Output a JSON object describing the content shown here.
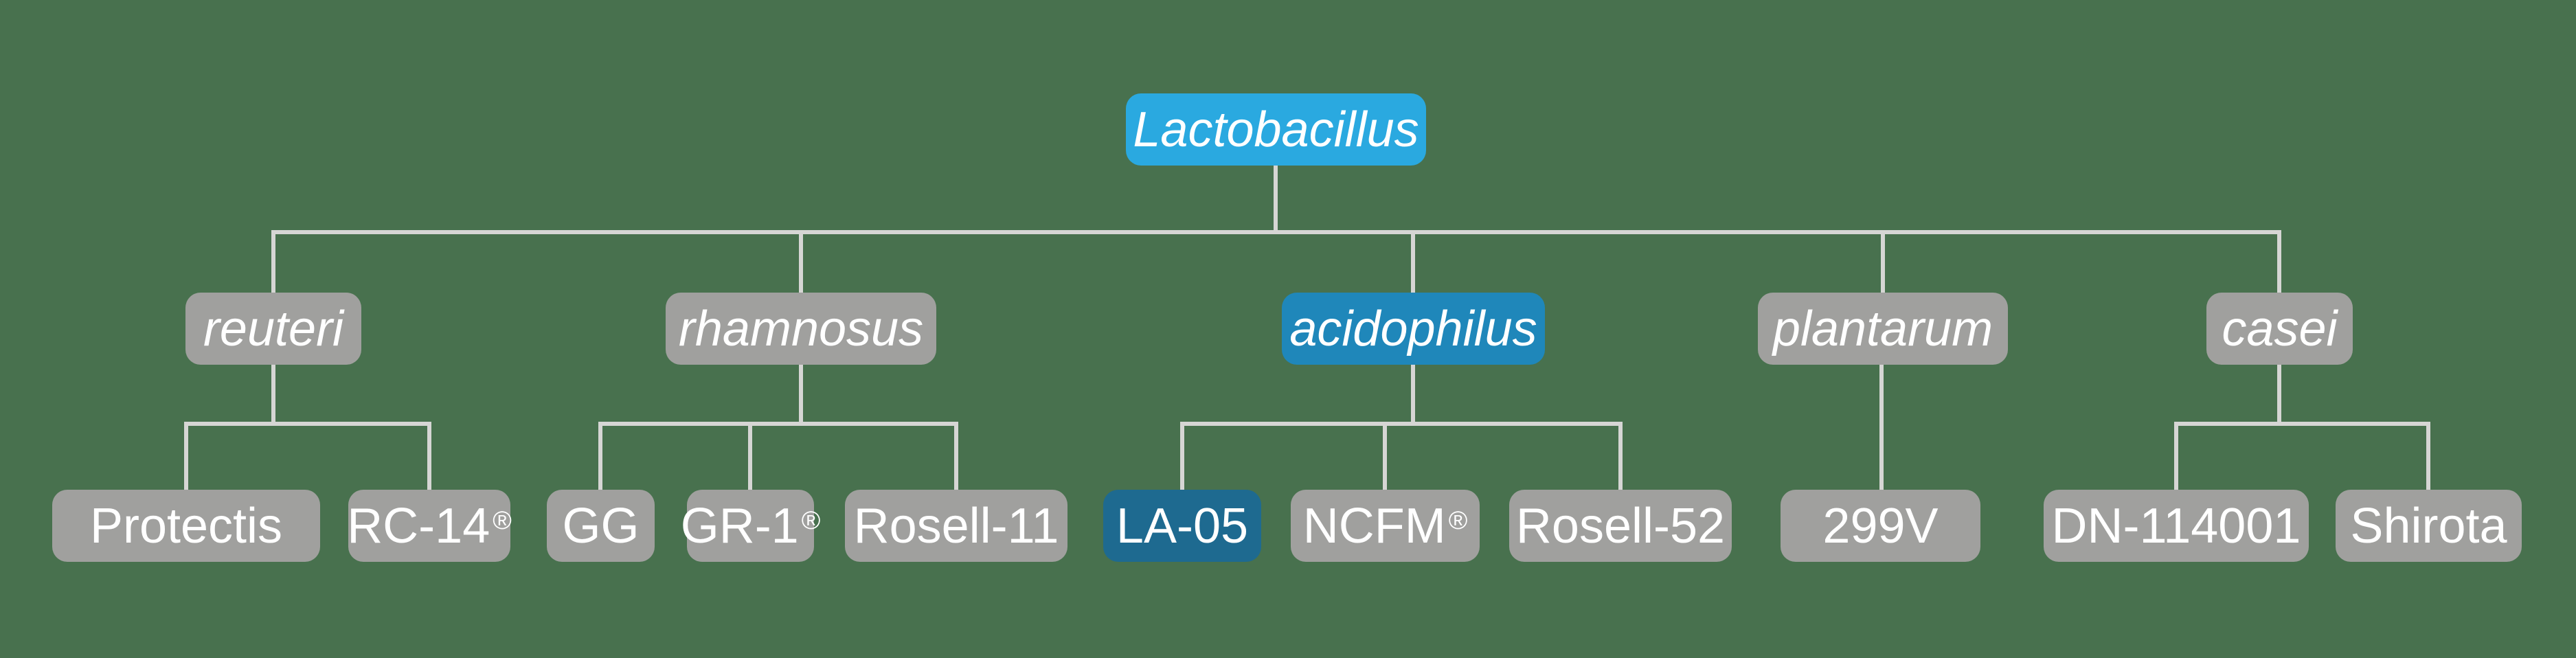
{
  "palette": {
    "background": "#48714E",
    "genus_blue": "#2AA9E0",
    "species_highlight_blue": "#1F87BA",
    "strain_highlight_blue": "#1E6A90",
    "node_gray": "#A0A09E",
    "connector_gray": "#D6D6D4",
    "text_white": "#FFFFFF"
  },
  "tree": {
    "genus": {
      "label": "Lactobacillus"
    },
    "species": [
      {
        "label": "reuteri",
        "strains": [
          {
            "label": "Protectis"
          },
          {
            "label": "RC-14",
            "mark": "®"
          }
        ]
      },
      {
        "label": "rhamnosus",
        "strains": [
          {
            "label": "GG"
          },
          {
            "label": "GR-1",
            "mark": "®"
          },
          {
            "label": "Rosell-11"
          }
        ]
      },
      {
        "label": "acidophilus",
        "highlighted": true,
        "strains": [
          {
            "label": "LA-05",
            "highlighted": true
          },
          {
            "label": "NCFM",
            "mark": "®"
          },
          {
            "label": "Rosell-52"
          }
        ]
      },
      {
        "label": "plantarum",
        "strains": [
          {
            "label": "299V"
          }
        ]
      },
      {
        "label": "casei",
        "strains": [
          {
            "label": "DN-114001"
          },
          {
            "label": "Shirota"
          }
        ]
      }
    ]
  }
}
